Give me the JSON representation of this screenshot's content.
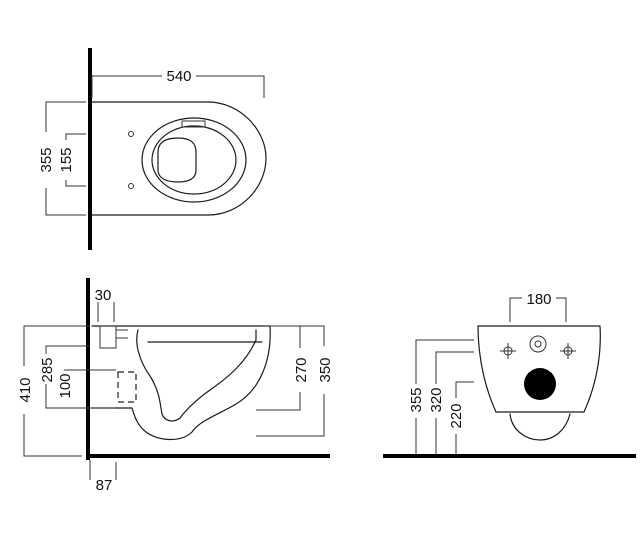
{
  "diagram": {
    "top_view": {
      "width_label": "540",
      "depth_label": "355",
      "holes_spacing_label": "155"
    },
    "side_view": {
      "wall_offset_label": "30",
      "total_height_label": "410",
      "outlet_height_label": "285",
      "outlet_center_label": "100",
      "seat_height_label": "270",
      "rim_height_label": "350",
      "bottom_offset_label": "87"
    },
    "back_view": {
      "holes_spacing_label": "180",
      "height_label": "355",
      "inlet_height_label": "320",
      "outlet_height_label": "220"
    },
    "colors": {
      "line": "#1a1a1a",
      "background": "#ffffff"
    }
  }
}
